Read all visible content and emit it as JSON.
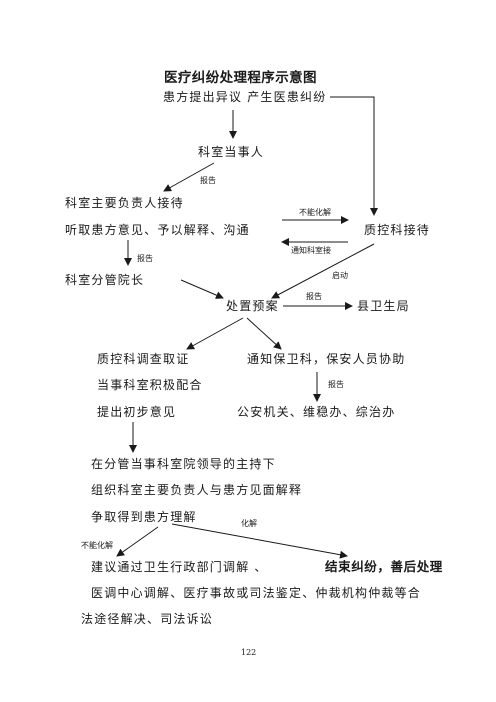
{
  "title": "医疗纠纷处理程序示意图",
  "nodes": {
    "n1": "患方提出异议 产生医患纠纷",
    "n2": "科室当事人",
    "n3a": "科室主要负责人接待",
    "n3b": "听取患方意见、予以解释、沟通",
    "n4": "质控科接待",
    "n5": "科室分管院长",
    "n6": "处置预案",
    "n7": "县卫生局",
    "n8a": "质控科调查取证",
    "n8b": "当事科室积极配合",
    "n8c": "提出初步意见",
    "n9a": "通知保卫科，保安人员协助",
    "n10": "公安机关、维稳办、综治办",
    "n11a": "在分管当事科室院领导的主持下",
    "n11b": "组织科室主要负责人与患方见面解释",
    "n11c": "争取得到患方理解",
    "n12": "建议通过卫生行政部门调解 、",
    "n13": "结束纠纷，善后处理",
    "n14a": "医调中心调解、医疗事故或司法鉴定、仲裁机构仲裁等合",
    "n14b": "法途径解决、司法诉讼"
  },
  "labels": {
    "report1": "报告",
    "not_resolved1": "不能化解",
    "notify_qc": "通知科室接",
    "report2": "报告",
    "start": "启动",
    "report3": "报告",
    "report4": "报告",
    "resolved": "化解",
    "not_resolved2": "不能化解"
  },
  "page_number": "122"
}
